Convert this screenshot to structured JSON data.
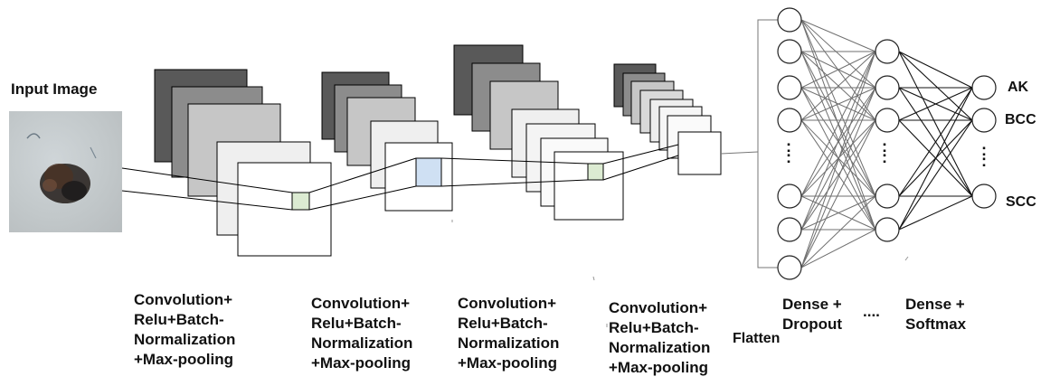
{
  "input_label": "Input Image",
  "blocks": [
    {
      "line1": "Convolution+",
      "line2": "Relu+Batch-",
      "line3": "Normalization",
      "line4": "+Max-pooling"
    },
    {
      "line1": "Convolution+",
      "line2": "Relu+Batch-",
      "line3": "Normalization",
      "line4": "+Max-pooling"
    },
    {
      "line1": "Convolution+",
      "line2": "Relu+Batch-",
      "line3": "Normalization",
      "line4": "+Max-pooling"
    },
    {
      "line1": "Convolution+",
      "line2": "Relu+Batch-",
      "line3": "Normalization",
      "line4": "+Max-pooling"
    }
  ],
  "flatten_label": "Flatten",
  "dense_dropout": {
    "line1": "Dense +",
    "line2": "Dropout"
  },
  "ellipsis": "....",
  "dense_softmax": {
    "line1": "Dense +",
    "line2": "Softmax"
  },
  "outputs": [
    "AK",
    "BCC",
    "SCC"
  ],
  "vertical_dots": ":"
}
